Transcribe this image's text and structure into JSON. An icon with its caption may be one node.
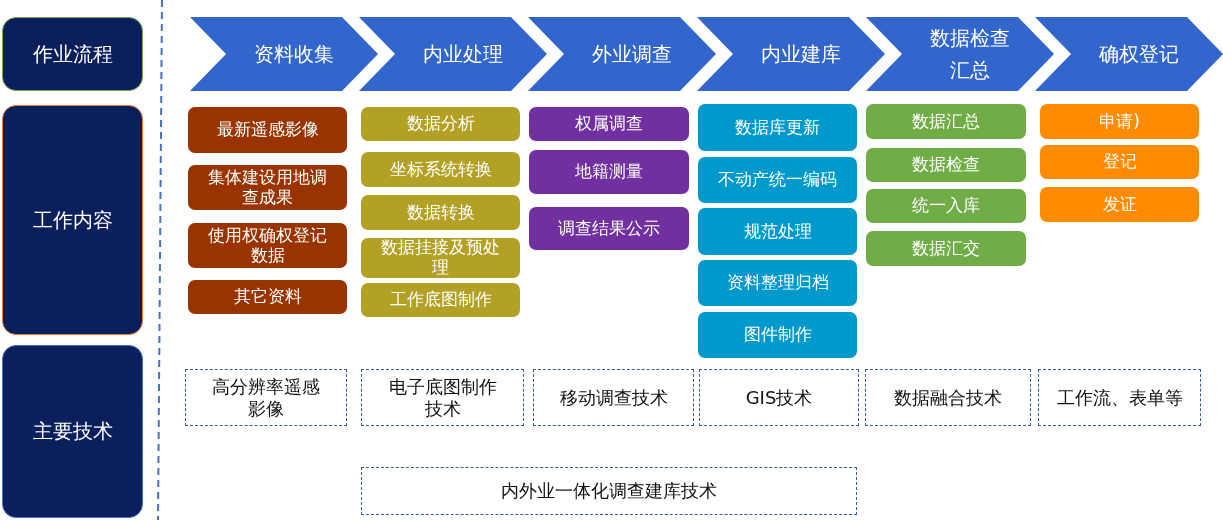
{
  "diagram": {
    "nodes": [
      {
        "text": [
          "作业流程"
        ]
      },
      {
        "text": [
          "工作内容"
        ]
      },
      {
        "text": [
          "主要技术"
        ]
      },
      {
        "text": [
          "资料收集"
        ]
      },
      {
        "text": [
          "内业处理"
        ]
      },
      {
        "text": [
          "外业调查"
        ]
      },
      {
        "text": [
          "内业建库"
        ]
      },
      {
        "text": [
          "数据检查汇总"
        ]
      },
      {
        "text": [
          "确权登记"
        ]
      },
      {
        "text": [
          "最新遥感影像"
        ]
      },
      {
        "text": [
          "集体建设用地调查成果"
        ]
      },
      {
        "text": [
          "使用权确权登记数据"
        ]
      },
      {
        "text": [
          "其它资料"
        ]
      },
      {
        "text": [
          "数据分析"
        ]
      },
      {
        "text": [
          "坐标系统转换"
        ]
      },
      {
        "text": [
          "数据转换"
        ]
      },
      {
        "text": [
          "数据挂接及预处理"
        ]
      },
      {
        "text": [
          "工作底图制作"
        ]
      },
      {
        "text": [
          "权属调查"
        ]
      },
      {
        "text": [
          "地籍测量"
        ]
      },
      {
        "text": [
          "调查结果公示"
        ]
      },
      {
        "text": [
          "数据库更新"
        ]
      },
      {
        "text": [
          "不动产统一编码"
        ]
      },
      {
        "text": [
          "规范处理"
        ]
      },
      {
        "text": [
          "资料整理归档"
        ]
      },
      {
        "text": [
          "图件制作"
        ]
      },
      {
        "text": [
          "数据汇总"
        ]
      },
      {
        "text": [
          "数据检查"
        ]
      },
      {
        "text": [
          "统一入库"
        ]
      },
      {
        "text": [
          "数据汇交"
        ]
      },
      {
        "text": [
          "申请)"
        ]
      },
      {
        "text": [
          "登记"
        ]
      },
      {
        "text": [
          "发证"
        ]
      },
      {
        "text": [
          "高分辨率遥感影像"
        ]
      },
      {
        "text": [
          "电子底图制作技术"
        ]
      },
      {
        "text": [
          "移动调查技术"
        ]
      },
      {
        "text": [
          "GIS技术"
        ]
      },
      {
        "text": [
          "数据融合技术"
        ]
      },
      {
        "text": [
          "工作流、表单等"
        ]
      },
      {
        "text": [
          "内外业一体化调查建库技术"
        ]
      }
    ]
  }
}
